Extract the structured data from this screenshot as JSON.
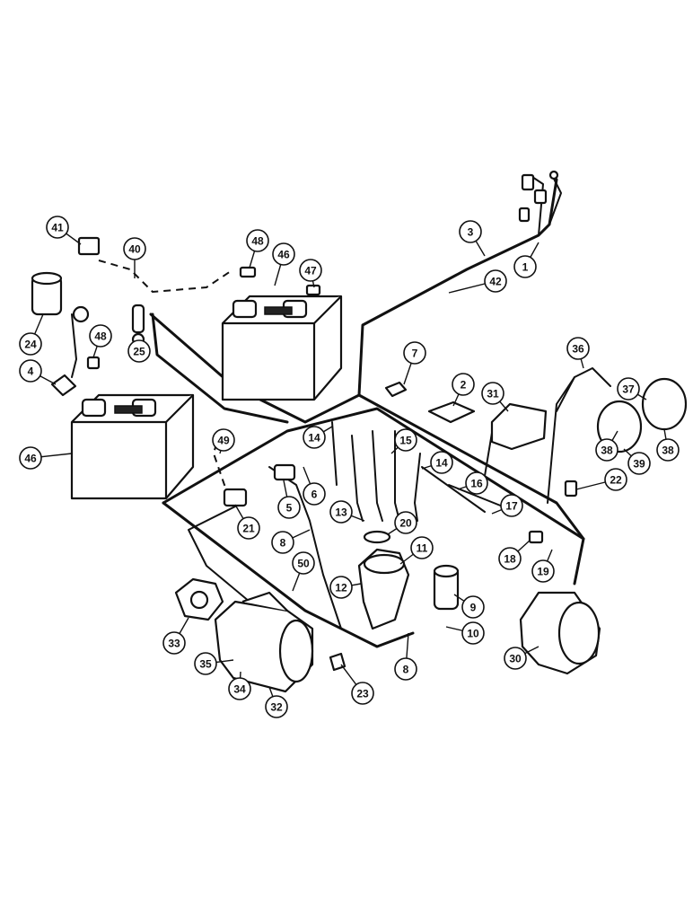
{
  "callouts": [
    "1",
    "2",
    "3",
    "4",
    "5",
    "6",
    "7",
    "8",
    "8",
    "9",
    "10",
    "11",
    "12",
    "13",
    "14",
    "14",
    "15",
    "16",
    "17",
    "18",
    "19",
    "20",
    "21",
    "22",
    "23",
    "24",
    "25",
    "30",
    "31",
    "32",
    "33",
    "34",
    "35",
    "36",
    "37",
    "38",
    "38",
    "39",
    "40",
    "41",
    "42",
    "46",
    "46",
    "47",
    "48",
    "48",
    "49",
    "50"
  ]
}
